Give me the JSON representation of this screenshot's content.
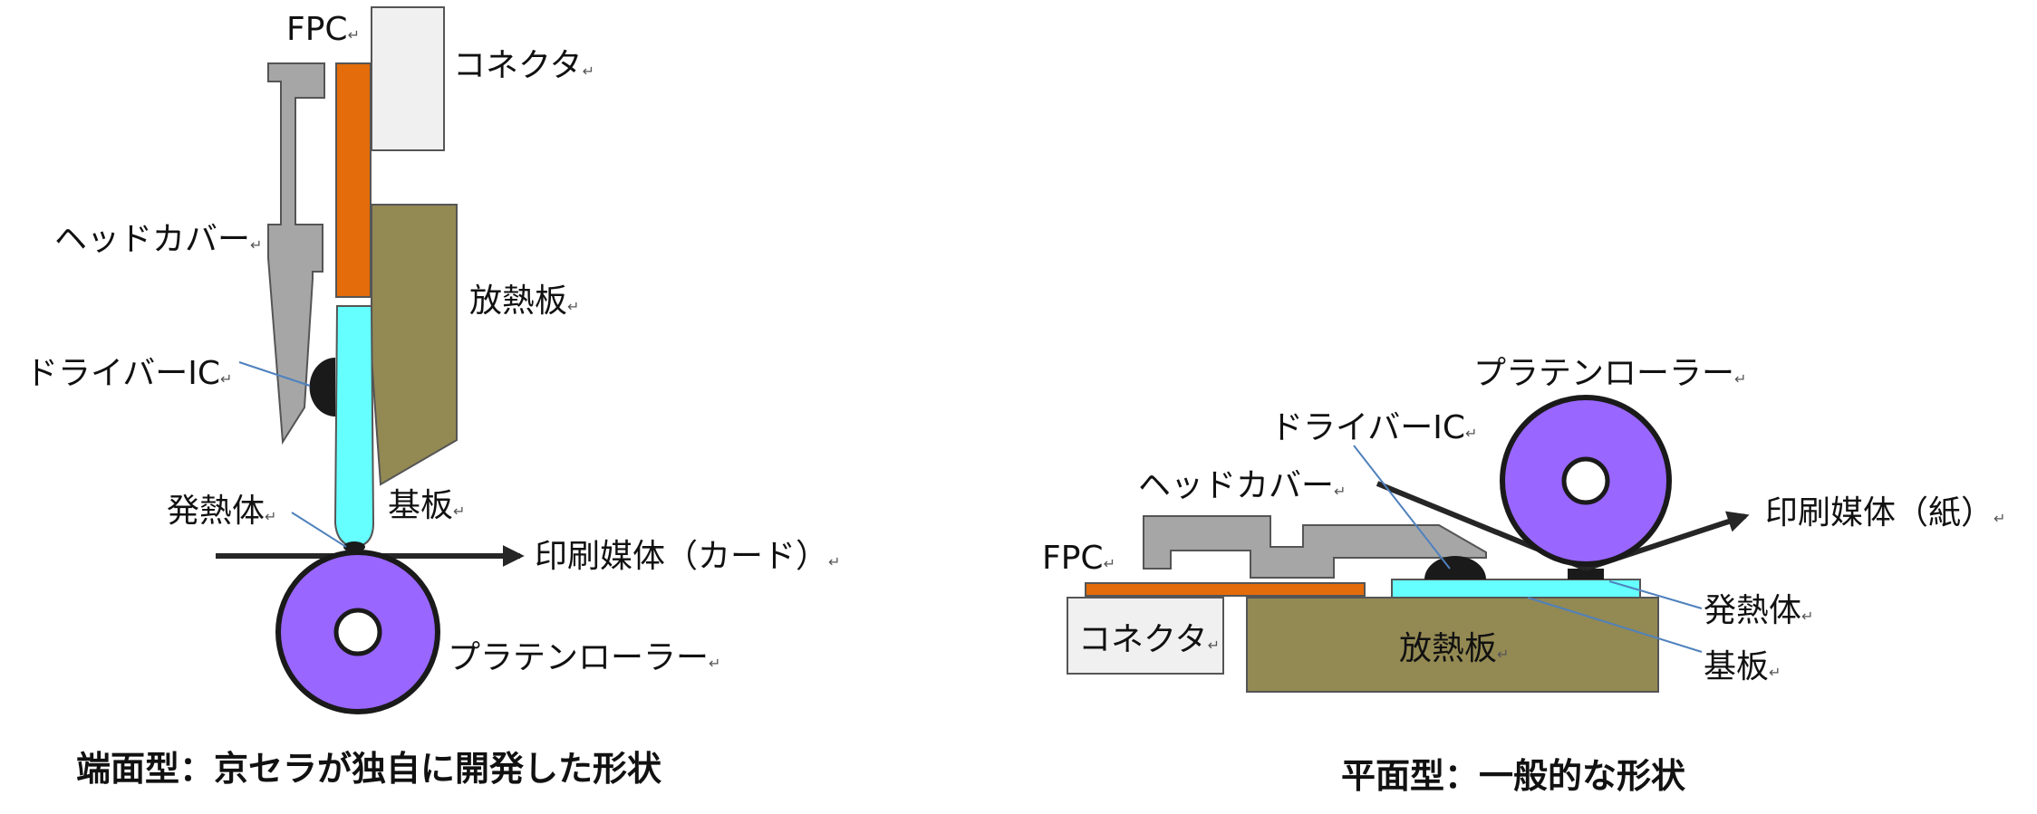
{
  "return_mark": "↵",
  "colors": {
    "connector": "#f0f0f0",
    "fpc": "#e46c0a",
    "head_cover": "#a6a6a6",
    "heat_sink": "#938953",
    "substrate": "#66ffff",
    "driver_ic": "#1a1a1a",
    "platen_roller": "#9966ff",
    "leader_line": "#4f81bd",
    "arrow": "#262626"
  },
  "left": {
    "labels": {
      "fpc": "FPC",
      "connector": "コネクタ",
      "head_cover": "ヘッドカバー",
      "heat_sink": "放熱板",
      "driver_ic": "ドライバーIC",
      "heater": "発熱体",
      "substrate": "基板",
      "media": "印刷媒体（カード）",
      "platen_roller": "プラテンローラー"
    },
    "caption": "端面型：京セラが独自に開発した形状"
  },
  "right": {
    "labels": {
      "platen_roller": "プラテンローラー",
      "driver_ic": "ドライバーIC",
      "head_cover": "ヘッドカバー",
      "media": "印刷媒体（紙）",
      "fpc": "FPC",
      "connector": "コネクタ",
      "heat_sink": "放熱板",
      "heater": "発熱体",
      "substrate": "基板"
    },
    "caption": "平面型：一般的な形状"
  }
}
